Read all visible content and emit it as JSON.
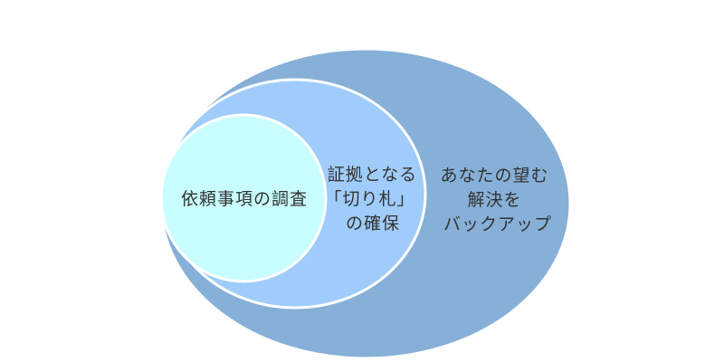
{
  "diagram": {
    "outer": {
      "lines": [
        "あなたの望む",
        "解決を",
        "バックアップ"
      ],
      "fill": "#86b0d8",
      "stroke": "#ffffff"
    },
    "middle": {
      "lines": [
        "証拠となる",
        "「切り札」",
        "の確保"
      ],
      "fill": "#9fccfa",
      "stroke": "#ffffff"
    },
    "inner": {
      "lines": [
        "依頼事項の調査"
      ],
      "fill": "#c8feff",
      "stroke": "#ffffff"
    },
    "text_color": "#333333"
  }
}
